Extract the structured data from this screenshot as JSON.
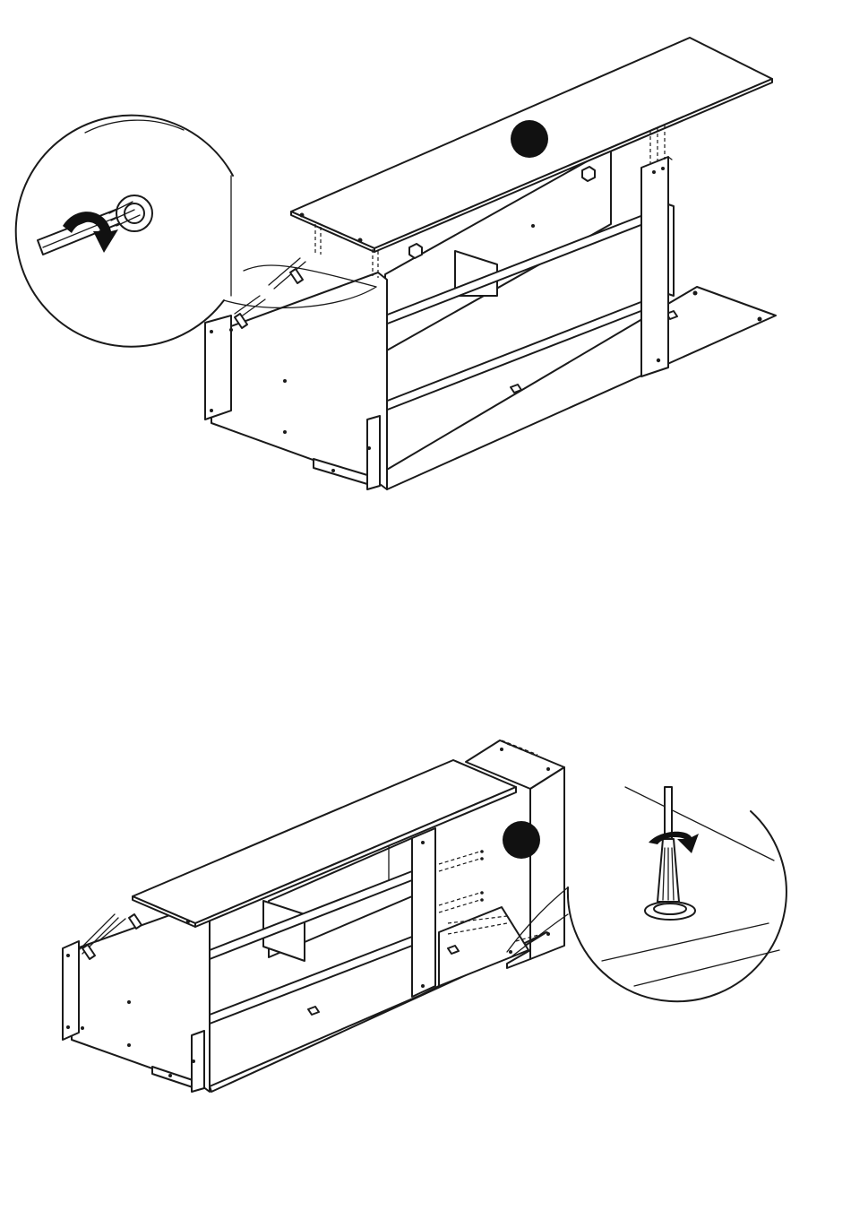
{
  "figures": [
    {
      "id": "step-a",
      "marker_color": "#111111",
      "detail_view": "screwdriver-turn-horizontal"
    },
    {
      "id": "step-b",
      "marker_color": "#111111",
      "detail_view": "screwdriver-turn-vertical"
    }
  ],
  "colors": {
    "line": "#1a1a1a",
    "panel": "#ffffff",
    "background": "#ffffff"
  }
}
